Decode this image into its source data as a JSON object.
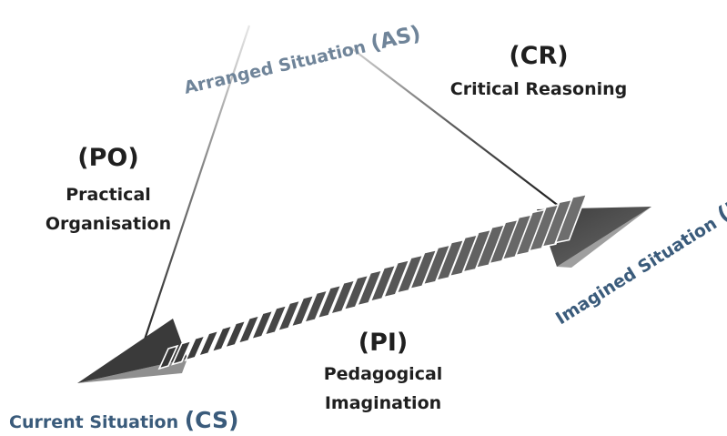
{
  "diagram": {
    "vertices": {
      "current": {
        "text": "Current Situation ",
        "abbr": "(CS)"
      },
      "arranged": {
        "text": "Arranged Situation ",
        "abbr": "(AS)"
      },
      "imagined": {
        "text": "Imagined Situation ",
        "abbr": "(IS)"
      }
    },
    "edges": {
      "practical_organisation": {
        "abbr": "(PO)",
        "line1": "Practical",
        "line2": "Organisation"
      },
      "critical_reasoning": {
        "abbr": "(CR)",
        "line1": "Critical Reasoning"
      },
      "pedagogical_imagination": {
        "abbr": "(PI)",
        "line1": "Pedagogical",
        "line2": "Imagination"
      }
    }
  }
}
